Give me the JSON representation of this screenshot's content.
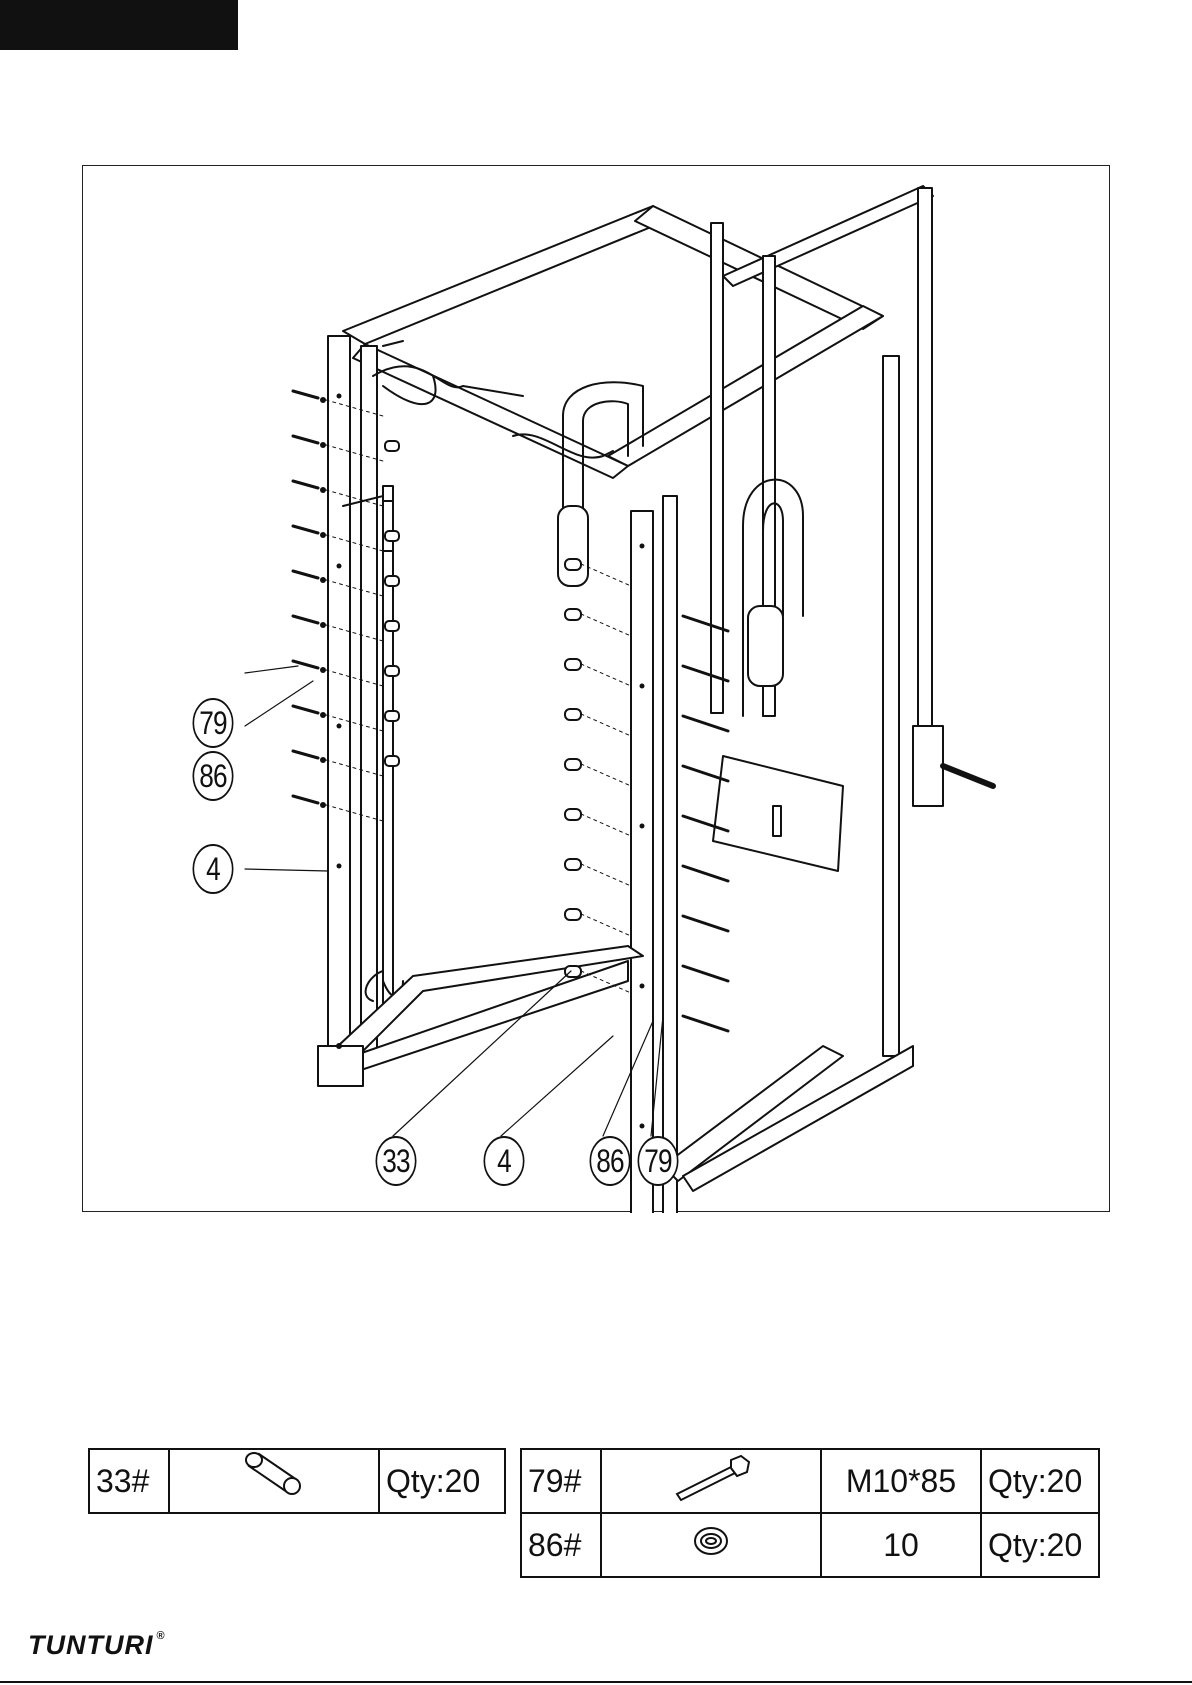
{
  "header": {
    "block_color": "#111111"
  },
  "figure": {
    "callouts_left": [
      "79",
      "86",
      "4"
    ],
    "callouts_bottom": [
      "33",
      "4",
      "86",
      "79"
    ]
  },
  "parts_table_left": {
    "rows": [
      {
        "id": "33#",
        "icon": "spacer-tube-icon",
        "spec": "",
        "qty": "Qty:20"
      }
    ]
  },
  "parts_table_right": {
    "rows": [
      {
        "id": "79#",
        "icon": "hex-bolt-icon",
        "spec": "M10*85",
        "qty": "Qty:20"
      },
      {
        "id": "86#",
        "icon": "washer-icon",
        "spec": "10",
        "qty": "Qty:20"
      }
    ]
  },
  "footer": {
    "brand": "TUNTURI",
    "registered": "®"
  }
}
